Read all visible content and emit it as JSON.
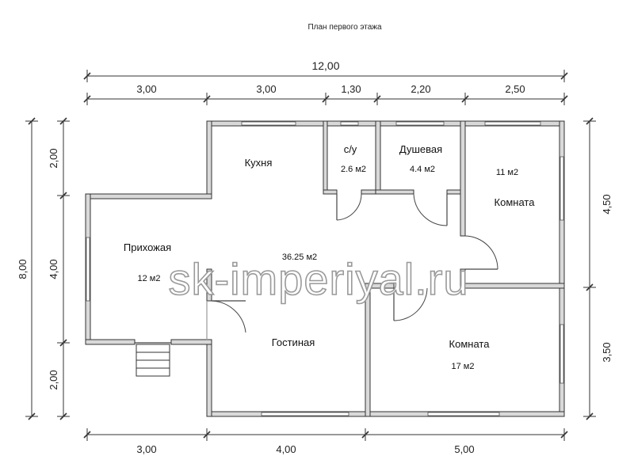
{
  "title": "План первого этажа",
  "dimensions": {
    "overall": "12,00",
    "top": [
      "3,00",
      "3,00",
      "1,30",
      "2,20",
      "2,50"
    ],
    "bottom": [
      "3,00",
      "4,00",
      "5,00"
    ],
    "left_total": "8,00",
    "left_segments": [
      "2,00",
      "4,00",
      "2,00"
    ],
    "right": [
      "4,50",
      "3,50"
    ]
  },
  "rooms": {
    "kitchen": {
      "name": "Кухня"
    },
    "wc": {
      "name": "с/у",
      "area": "2.6 м2"
    },
    "shower": {
      "name": "Душевая",
      "area": "4.4 м2"
    },
    "room_top": {
      "name": "Комната",
      "area": "11 м2"
    },
    "hall": {
      "name": "Прихожая",
      "area": "12 м2"
    },
    "common_area": "36.25 м2",
    "living": {
      "name": "Гостиная"
    },
    "room_bottom": {
      "name": "Комната",
      "area": "17 м2"
    }
  },
  "watermark": "sk-imperiyal.ru"
}
